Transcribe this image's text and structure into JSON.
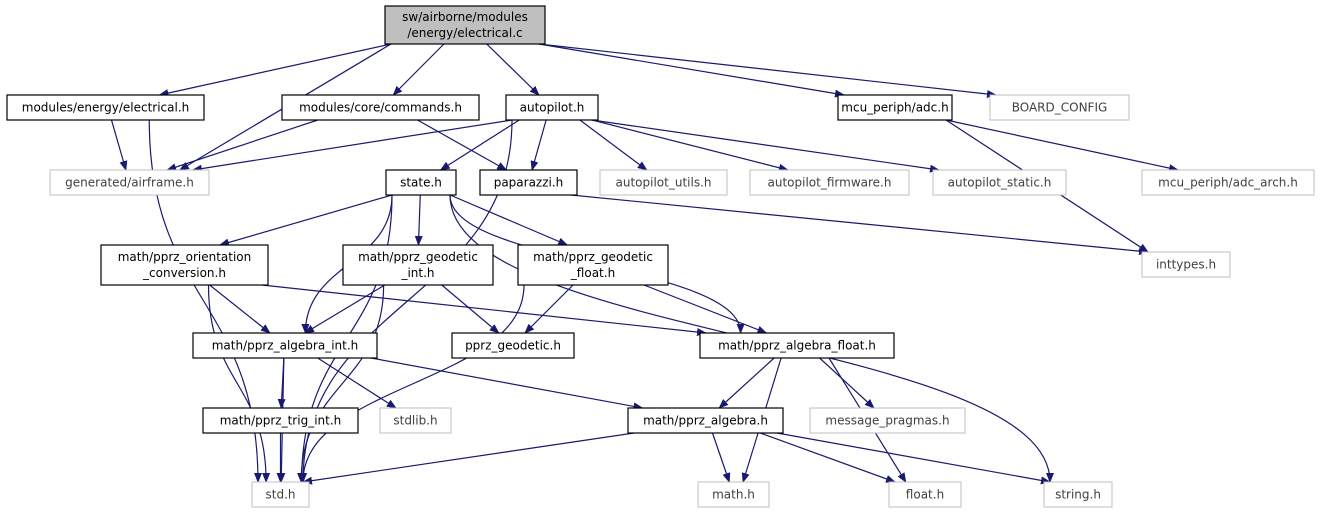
{
  "colors": {
    "edge": "#191970",
    "node_border": "#000000",
    "external_border": "#bfbfbf",
    "external_text": "#404040",
    "root_fill": "#bfbfbf",
    "node_fill": "#ffffff"
  },
  "nodes": [
    {
      "id": "root",
      "name": "node-electrical-c-root",
      "lines": [
        "sw/airborne/modules",
        "/energy/electrical.c"
      ],
      "kind": "root"
    },
    {
      "id": "mod_electrical",
      "name": "node-modules-energy-electrical-h",
      "lines": [
        "modules/energy/electrical.h"
      ],
      "kind": "internal"
    },
    {
      "id": "mod_commands",
      "name": "node-modules-core-commands-h",
      "lines": [
        "modules/core/commands.h"
      ],
      "kind": "internal"
    },
    {
      "id": "autopilot",
      "name": "node-autopilot-h",
      "lines": [
        "autopilot.h"
      ],
      "kind": "internal"
    },
    {
      "id": "mcu_adc",
      "name": "node-mcu-periph-adc-h",
      "lines": [
        "mcu_periph/adc.h"
      ],
      "kind": "internal"
    },
    {
      "id": "board_config",
      "name": "node-board-config",
      "lines": [
        "BOARD_CONFIG"
      ],
      "kind": "external"
    },
    {
      "id": "gen_airframe",
      "name": "node-generated-airframe-h",
      "lines": [
        "generated/airframe.h"
      ],
      "kind": "external"
    },
    {
      "id": "state",
      "name": "node-state-h",
      "lines": [
        "state.h"
      ],
      "kind": "internal"
    },
    {
      "id": "paparazzi",
      "name": "node-paparazzi-h",
      "lines": [
        "paparazzi.h"
      ],
      "kind": "internal"
    },
    {
      "id": "ap_utils",
      "name": "node-autopilot-utils-h",
      "lines": [
        "autopilot_utils.h"
      ],
      "kind": "external"
    },
    {
      "id": "ap_firmware",
      "name": "node-autopilot-firmware-h",
      "lines": [
        "autopilot_firmware.h"
      ],
      "kind": "external"
    },
    {
      "id": "ap_static",
      "name": "node-autopilot-static-h",
      "lines": [
        "autopilot_static.h"
      ],
      "kind": "external"
    },
    {
      "id": "adc_arch",
      "name": "node-mcu-periph-adc-arch-h",
      "lines": [
        "mcu_periph/adc_arch.h"
      ],
      "kind": "external"
    },
    {
      "id": "inttypes",
      "name": "node-inttypes-h",
      "lines": [
        "inttypes.h"
      ],
      "kind": "external"
    },
    {
      "id": "orient",
      "name": "node-math-pprz-orientation-conversion-h",
      "lines": [
        "math/pprz_orientation",
        "_conversion.h"
      ],
      "kind": "internal"
    },
    {
      "id": "geod_int",
      "name": "node-math-pprz-geodetic-int-h",
      "lines": [
        "math/pprz_geodetic",
        "_int.h"
      ],
      "kind": "internal"
    },
    {
      "id": "geod_float",
      "name": "node-math-pprz-geodetic-float-h",
      "lines": [
        "math/pprz_geodetic",
        "_float.h"
      ],
      "kind": "internal"
    },
    {
      "id": "alg_int",
      "name": "node-math-pprz-algebra-int-h",
      "lines": [
        "math/pprz_algebra_int.h"
      ],
      "kind": "internal"
    },
    {
      "id": "pprz_geodetic",
      "name": "node-pprz-geodetic-h",
      "lines": [
        "pprz_geodetic.h"
      ],
      "kind": "internal"
    },
    {
      "id": "alg_float",
      "name": "node-math-pprz-algebra-float-h",
      "lines": [
        "math/pprz_algebra_float.h"
      ],
      "kind": "internal"
    },
    {
      "id": "trig_int",
      "name": "node-math-pprz-trig-int-h",
      "lines": [
        "math/pprz_trig_int.h"
      ],
      "kind": "internal"
    },
    {
      "id": "stdlib",
      "name": "node-stdlib-h",
      "lines": [
        "stdlib.h"
      ],
      "kind": "external"
    },
    {
      "id": "pprz_algebra",
      "name": "node-math-pprz-algebra-h",
      "lines": [
        "math/pprz_algebra.h"
      ],
      "kind": "internal"
    },
    {
      "id": "msg_pragmas",
      "name": "node-message-pragmas-h",
      "lines": [
        "message_pragmas.h"
      ],
      "kind": "external"
    },
    {
      "id": "std",
      "name": "node-std-h",
      "lines": [
        "std.h"
      ],
      "kind": "external"
    },
    {
      "id": "math",
      "name": "node-math-h",
      "lines": [
        "math.h"
      ],
      "kind": "external"
    },
    {
      "id": "float",
      "name": "node-float-h",
      "lines": [
        "float.h"
      ],
      "kind": "external"
    },
    {
      "id": "string",
      "name": "node-string-h",
      "lines": [
        "string.h"
      ],
      "kind": "external"
    }
  ],
  "edges": [
    {
      "from": "root",
      "to": "mod_electrical"
    },
    {
      "from": "root",
      "to": "gen_airframe"
    },
    {
      "from": "root",
      "to": "mod_commands"
    },
    {
      "from": "root",
      "to": "autopilot"
    },
    {
      "from": "root",
      "to": "mcu_adc"
    },
    {
      "from": "root",
      "to": "board_config"
    },
    {
      "from": "mod_electrical",
      "to": "gen_airframe"
    },
    {
      "from": "mod_electrical",
      "to": "std"
    },
    {
      "from": "mod_commands",
      "to": "gen_airframe"
    },
    {
      "from": "mod_commands",
      "to": "paparazzi"
    },
    {
      "from": "autopilot",
      "to": "gen_airframe"
    },
    {
      "from": "autopilot",
      "to": "std"
    },
    {
      "from": "autopilot",
      "to": "state"
    },
    {
      "from": "autopilot",
      "to": "paparazzi"
    },
    {
      "from": "autopilot",
      "to": "ap_utils"
    },
    {
      "from": "autopilot",
      "to": "ap_firmware"
    },
    {
      "from": "autopilot",
      "to": "ap_static"
    },
    {
      "from": "mcu_adc",
      "to": "adc_arch"
    },
    {
      "from": "mcu_adc",
      "to": "inttypes"
    },
    {
      "from": "paparazzi",
      "to": "inttypes"
    },
    {
      "from": "state",
      "to": "orient"
    },
    {
      "from": "state",
      "to": "geod_int"
    },
    {
      "from": "state",
      "to": "geod_float"
    },
    {
      "from": "state",
      "to": "alg_int"
    },
    {
      "from": "state",
      "to": "alg_float"
    },
    {
      "from": "state",
      "to": "std"
    },
    {
      "from": "state",
      "to": "string"
    },
    {
      "from": "orient",
      "to": "alg_int"
    },
    {
      "from": "orient",
      "to": "alg_float"
    },
    {
      "from": "orient",
      "to": "std"
    },
    {
      "from": "geod_int",
      "to": "alg_int"
    },
    {
      "from": "geod_int",
      "to": "pprz_geodetic"
    },
    {
      "from": "geod_int",
      "to": "std"
    },
    {
      "from": "geod_float",
      "to": "pprz_geodetic"
    },
    {
      "from": "geod_float",
      "to": "alg_float"
    },
    {
      "from": "geod_float",
      "to": "std"
    },
    {
      "from": "alg_int",
      "to": "trig_int"
    },
    {
      "from": "alg_int",
      "to": "stdlib"
    },
    {
      "from": "alg_int",
      "to": "pprz_algebra"
    },
    {
      "from": "alg_int",
      "to": "std"
    },
    {
      "from": "trig_int",
      "to": "std"
    },
    {
      "from": "alg_float",
      "to": "pprz_algebra"
    },
    {
      "from": "alg_float",
      "to": "msg_pragmas"
    },
    {
      "from": "alg_float",
      "to": "math"
    },
    {
      "from": "alg_float",
      "to": "float"
    },
    {
      "from": "pprz_algebra",
      "to": "std"
    },
    {
      "from": "pprz_algebra",
      "to": "math"
    },
    {
      "from": "pprz_algebra",
      "to": "float"
    },
    {
      "from": "pprz_algebra",
      "to": "string"
    }
  ]
}
